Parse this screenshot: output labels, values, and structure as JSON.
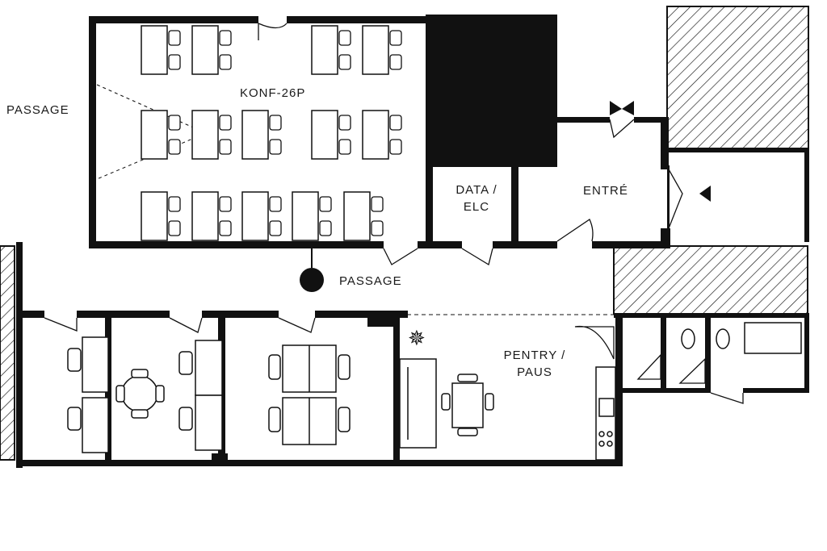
{
  "labels": {
    "passage_left": "PASSAGE",
    "conference": "KONF-26P",
    "data_line1": "DATA /",
    "data_line2": "ELC",
    "entrance": "ENTRÉ",
    "passage_center": "PASSAGE",
    "pantry_line1": "PENTRY /",
    "pantry_line2": "PAUS"
  },
  "colors": {
    "wall": "#111111",
    "background": "#ffffff"
  }
}
